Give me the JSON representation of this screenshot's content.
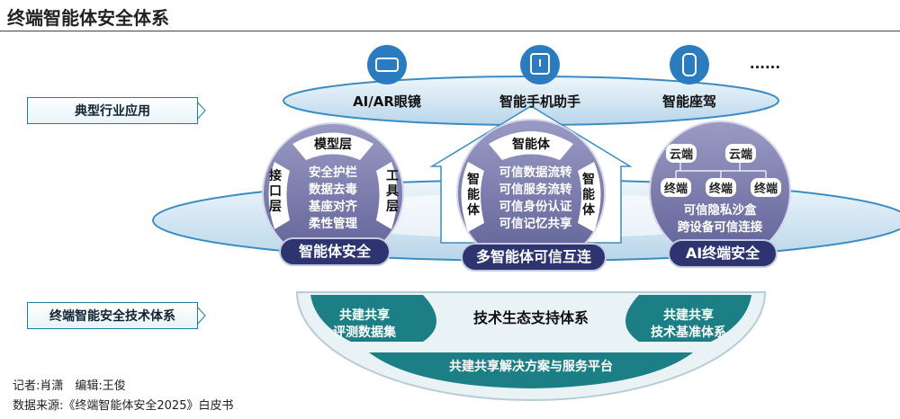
{
  "title": "终端智能体安全体系",
  "side_labels": {
    "apps": "典型行业应用",
    "tech": "终端智能安全技术体系"
  },
  "apps": [
    {
      "label": "AI/AR眼镜",
      "icon": "vr-glasses-icon"
    },
    {
      "label": "智能手机助手",
      "icon": "phone-assistant-icon"
    },
    {
      "label": "智能座驾",
      "icon": "car-icon"
    }
  ],
  "apps_more": "......",
  "agent_security": {
    "top": "模型层",
    "left": "接口层",
    "right": "工具层",
    "items": [
      "安全护栏",
      "数据去毒",
      "基座对齐",
      "柔性管理"
    ],
    "name": "智能体安全"
  },
  "multi_agent": {
    "top": "智能体",
    "left": "智能体",
    "right": "智能体",
    "items": [
      "可信数据流转",
      "可信服务流转",
      "可信身份认证",
      "可信记忆共享"
    ],
    "name": "多智能体可信互连"
  },
  "terminal_security": {
    "clouds": [
      "云端",
      "云端"
    ],
    "terminals": [
      "终端",
      "终端",
      "终端"
    ],
    "items": [
      "可信隐私沙盒",
      "跨设备可信连接"
    ],
    "name": "AI终端安全"
  },
  "ecosystem": {
    "title": "技术生态支持体系",
    "left": "共建共享\n评测数据集",
    "right": "共建共享\n技术基准体系",
    "bottom": "共建共享解决方案与服务平台"
  },
  "footer": {
    "credit": "记者:肖潇　编辑:王俊",
    "source": "数据来源:《终端智能体安全2025》白皮书"
  },
  "colors": {
    "accent": "#2a7bc0",
    "circle": "#6f70a3",
    "pill": "#2d3470",
    "teal": "#1d7f86"
  }
}
